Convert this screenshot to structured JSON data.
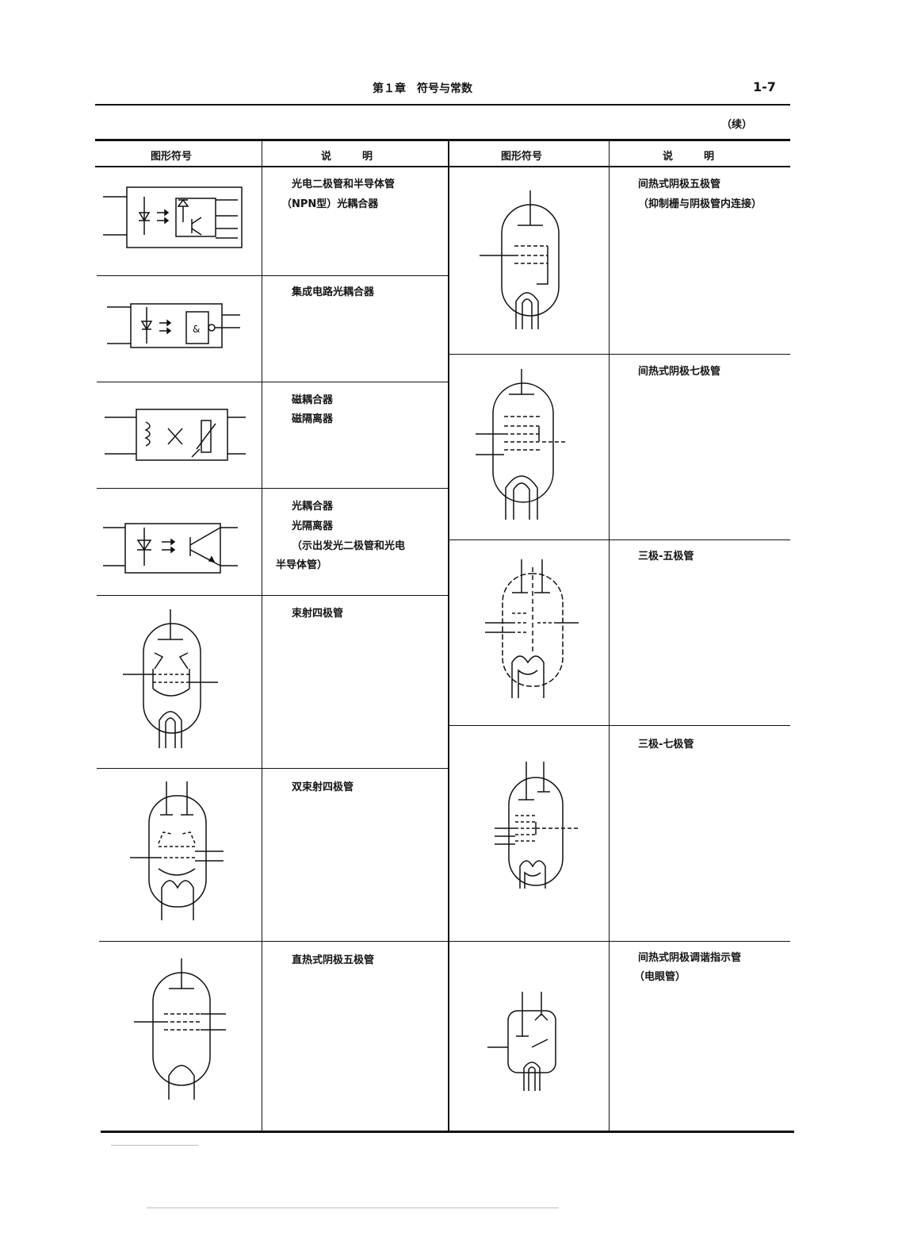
{
  "page": {
    "header_title": "第１章　符号与常数",
    "page_number": "1-7",
    "continued": "（续）"
  },
  "table": {
    "columns": [
      "图形符号",
      "说　　　明",
      "图形符号",
      "说　　　明"
    ],
    "left_rows": [
      {
        "symbol": "photocoupler-npn-icon",
        "desc": [
          "光电二极管和半导体管",
          "（NPN型）光耦合器"
        ]
      },
      {
        "symbol": "ic-photocoupler-icon",
        "desc": [
          "集成电路光耦合器"
        ]
      },
      {
        "symbol": "magnetic-coupler-icon",
        "desc": [
          "磁耦合器",
          "磁隔离器"
        ]
      },
      {
        "symbol": "optocoupler-isolator-icon",
        "desc": [
          "光耦合器",
          "光隔离器",
          "（示出发光二极管和光电",
          "半导体管）"
        ]
      },
      {
        "symbol": "beam-tetrode-icon",
        "desc": [
          "束射四极管"
        ]
      },
      {
        "symbol": "dual-beam-tetrode-icon",
        "desc": [
          "双束射四极管"
        ]
      },
      {
        "symbol": "direct-heated-pentode-icon",
        "desc": [
          "直热式阴极五极管"
        ]
      }
    ],
    "right_rows": [
      {
        "symbol": "indirect-heated-pentode-icon",
        "desc": [
          "间热式阴极五极管",
          "（抑制栅与阴极管内连接）"
        ]
      },
      {
        "symbol": "indirect-heated-heptode-icon",
        "desc": [
          "间热式阴极七极管"
        ]
      },
      {
        "symbol": "triode-pentode-icon",
        "desc": [
          "三极-五极管"
        ]
      },
      {
        "symbol": "triode-heptode-icon",
        "desc": [
          "三极-七极管"
        ]
      },
      {
        "symbol": "tuning-indicator-tube-icon",
        "desc": [
          "间热式阴极调谐指示管",
          "（电眼管）"
        ]
      }
    ]
  }
}
